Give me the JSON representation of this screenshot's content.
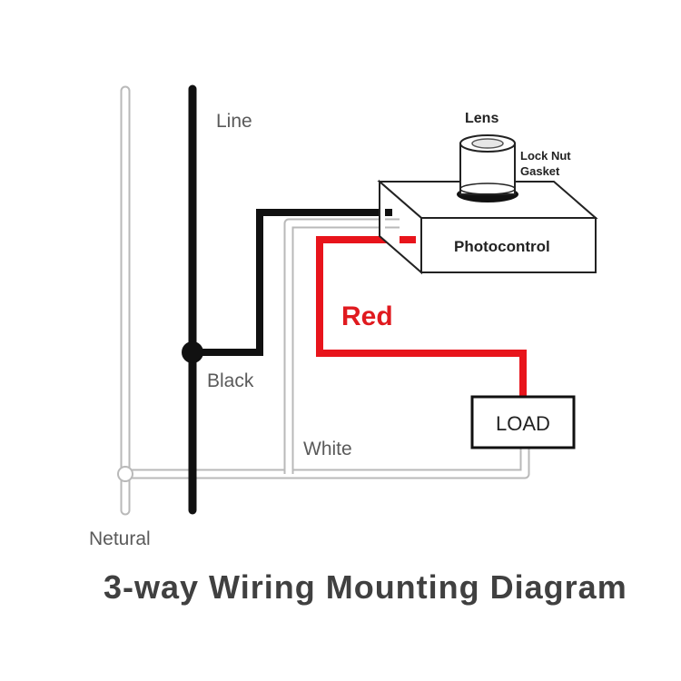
{
  "title": "3-way Wiring Mounting Diagram",
  "labels": {
    "line": "Line",
    "black": "Black",
    "white": "White",
    "red": "Red",
    "neutral": "Netural",
    "load": "LOAD",
    "photocontrol": "Photocontrol",
    "lens": "Lens",
    "lock_nut": "Lock Nut",
    "gasket": "Gasket"
  },
  "colors": {
    "black_wire": "#111111",
    "white_wire_fill": "#ffffff",
    "white_wire_outline": "#b9b9b9",
    "red_wire": "#e8141b",
    "red_label": "#e01a1f",
    "label_gray": "#5a5a5a",
    "title": "#404040"
  }
}
